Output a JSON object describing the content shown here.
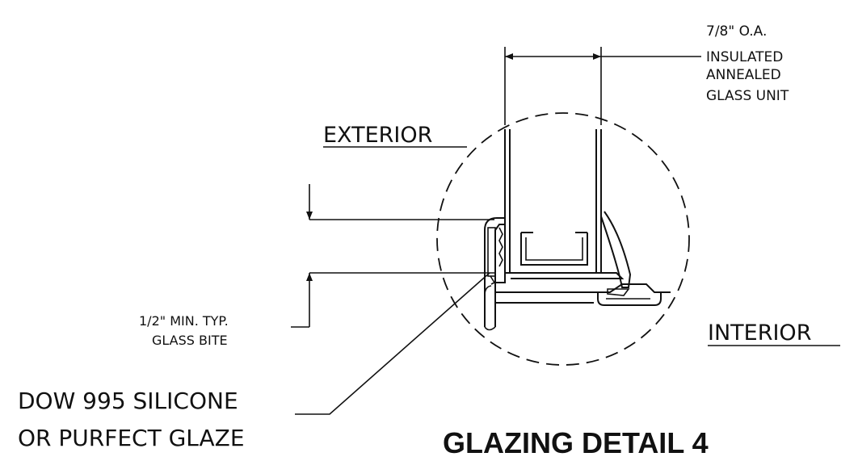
{
  "labels": {
    "exterior": "EXTERIOR",
    "interior": "INTERIOR",
    "glass_unit": [
      "7/8\" O.A.",
      "INSULATED",
      "ANNEALED",
      "GLASS UNIT"
    ],
    "glass_bite": [
      "1/2\" MIN. TYP.",
      "GLASS BITE"
    ],
    "sealant_line1": "DOW 995 SILICONE",
    "sealant_line2": "OR PURFECT GLAZE"
  },
  "title": "GLAZING DETAIL 4"
}
